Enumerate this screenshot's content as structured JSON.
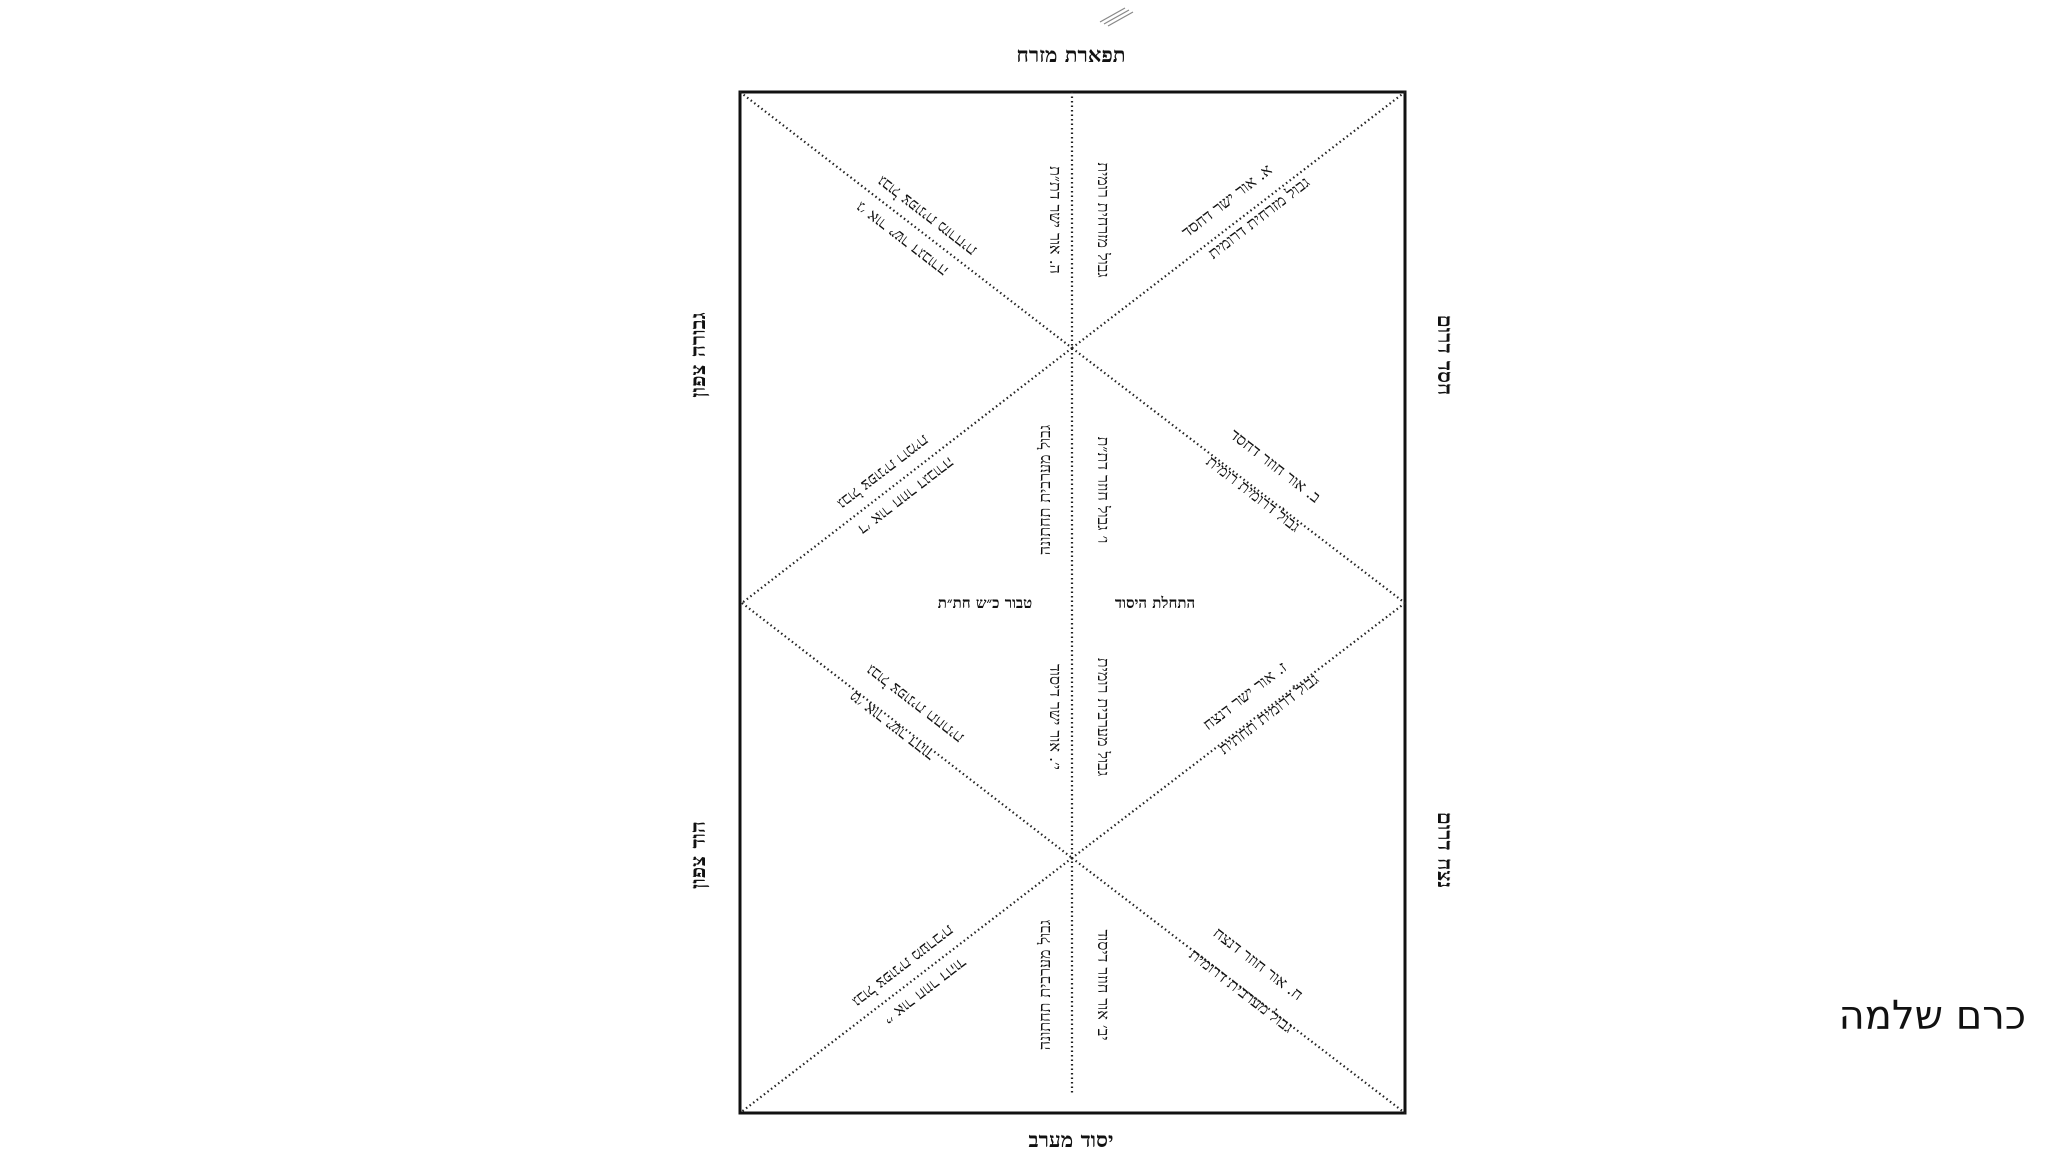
{
  "directions": {
    "east": "תפארת מזרח",
    "west": "יסוד מערב",
    "north_upper": "גבורה צפון",
    "north_lower": "הוד צפון",
    "south_upper": "חסד דרום",
    "south_lower": "נצח דרום"
  },
  "center_labels": {
    "right": "התחלת היסוד",
    "left": "טבור כ״ש חת״ת"
  },
  "top_section": {
    "center_right": "גבול מזרחית רומית",
    "center_left": "ה. אור ישר דת״ת",
    "right_diag_a": "א. אור ישר דחסד",
    "right_diag_b": "גבול מזרחית דרומית",
    "left_diag_a": "גבול צפונית מזרחית",
    "left_diag_b": "ג׳ אור ישר דגבורה"
  },
  "upper_middle": {
    "center_right": "ו׳ גבול חוזר דת״ת",
    "center_left": "גבול מערבית תחתונה",
    "right_diag_a": "ב. אור חוזר דחסד",
    "right_diag_b": "גבול דרומית רומית",
    "left_diag_a": "גבול צפונית רומית",
    "left_diag_b": "ד׳ אור חוזר דגבורה"
  },
  "lower_middle": {
    "center_right": "גבול מערבית רומית",
    "center_left": "י׳. אור ישר דיסוד",
    "right_diag_a": "ז. אור ישר דנצח",
    "right_diag_b": "גבול דרומית תחתית",
    "left_diag_a": "גבול צפונית תחתית",
    "left_diag_b": "ט׳ אור ישר דהוד"
  },
  "bottom_section": {
    "center_right": "יב׳ אור חוזר דיסוד",
    "center_left": "גבול מערבית תחתונה",
    "right_diag_a": "ח. אור חוזר דנצח",
    "right_diag_b": "גבול מערבית דרומית",
    "left_diag_a": "גבול צפונית מערבית",
    "left_diag_b": "י׳ אור חוזר דהוד"
  },
  "brand": "כרם שלמה"
}
